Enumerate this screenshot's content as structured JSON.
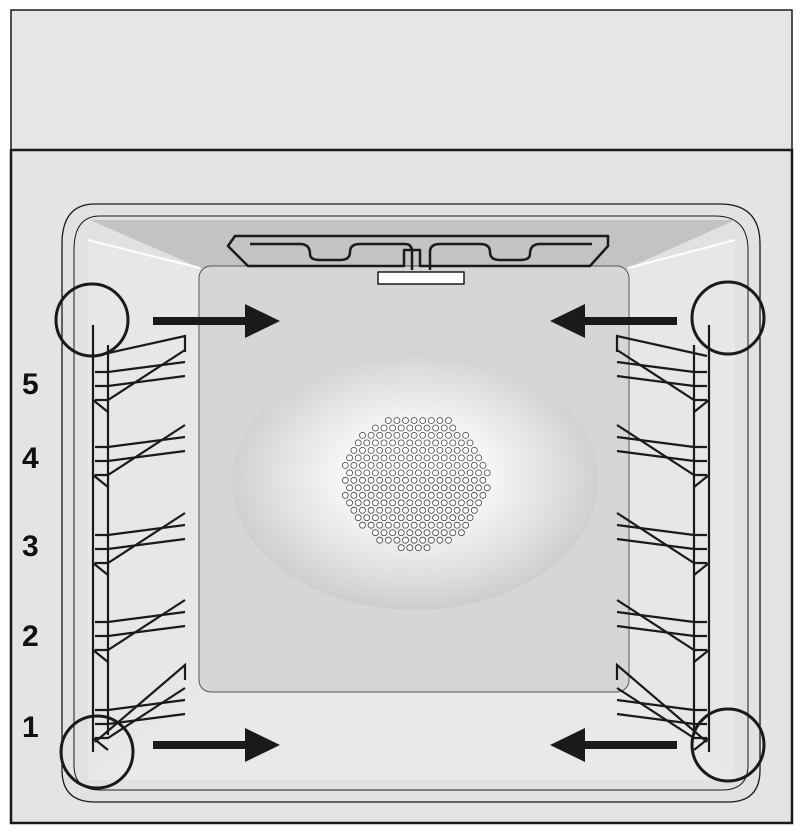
{
  "diagram": {
    "levels": [
      "5",
      "4",
      "3",
      "2",
      "1"
    ]
  },
  "colors": {
    "outline": "#1a1a1a",
    "panel": "#e3e4e5",
    "back_wall": "#d4d5d6",
    "ceiling": "#bfc0c1",
    "arrow": "#1a1a1a"
  },
  "icons": {
    "heating_element": "top-heating-element-icon",
    "fan": "fan-cover-icon",
    "arrow": "airflow-arrow-icon",
    "highlight": "highlight-circle-icon"
  }
}
